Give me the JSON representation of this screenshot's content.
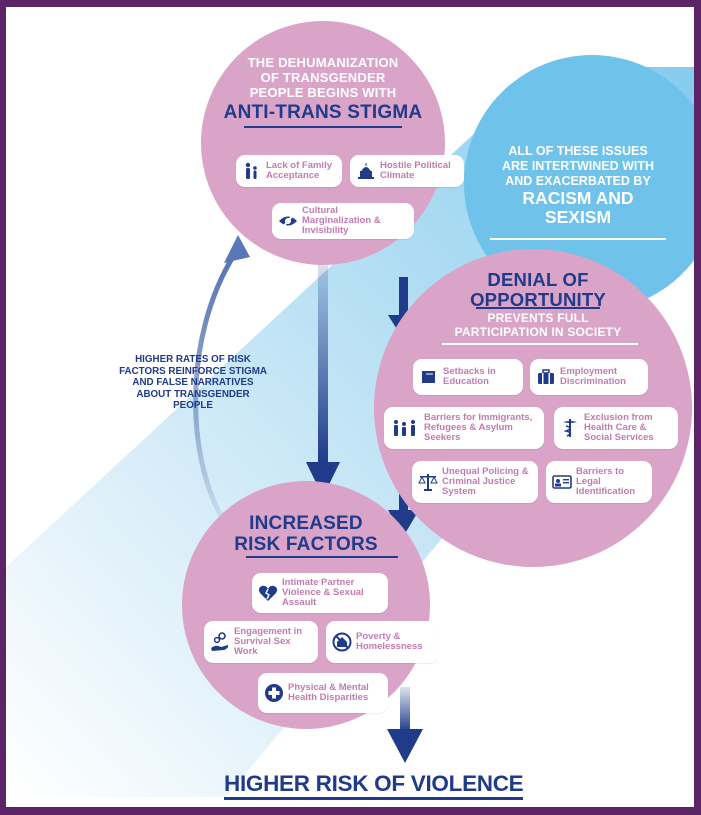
{
  "stigma": {
    "lead": [
      "THE DEHUMANIZATION",
      "OF TRANSGENDER",
      "PEOPLE BEGINS WITH"
    ],
    "title": "ANTI-TRANS STIGMA",
    "items": [
      {
        "icon": "family-icon",
        "label": "Lack of Family Acceptance"
      },
      {
        "icon": "capitol-icon",
        "label": "Hostile Political Climate"
      },
      {
        "icon": "hidden-eye-icon",
        "label": "Cultural Marginalization & Invisibility"
      }
    ]
  },
  "intertwined": {
    "lead": [
      "ALL OF THESE ISSUES",
      "ARE INTERTWINED WITH",
      "AND EXACERBATED BY"
    ],
    "title": [
      "RACISM AND",
      "SEXISM"
    ]
  },
  "denial": {
    "title": [
      "DENIAL OF",
      "OPPORTUNITY"
    ],
    "subtitle": [
      "PREVENTS FULL",
      "PARTICIPATION IN SOCIETY"
    ],
    "items": [
      {
        "icon": "book-icon",
        "label": "Setbacks in Education"
      },
      {
        "icon": "briefcase-icon",
        "label": "Employment Discrimination"
      },
      {
        "icon": "people-icon",
        "label": "Barriers for Immigrants, Refugees & Asylum Seekers"
      },
      {
        "icon": "caduceus-icon",
        "label": "Exclusion from Health Care & Social Services"
      },
      {
        "icon": "scales-icon",
        "label": "Unequal Policing & Criminal Justice System"
      },
      {
        "icon": "id-card-icon",
        "label": "Barriers to Legal Identification"
      }
    ]
  },
  "feedback": {
    "text": "HIGHER RATES OF RISK FACTORS REINFORCE STIGMA AND FALSE NARRATIVES ABOUT TRANSGENDER PEOPLE"
  },
  "risk": {
    "title": [
      "INCREASED",
      "RISK FACTORS"
    ],
    "items": [
      {
        "icon": "broken-heart-icon",
        "label": "Intimate Partner Violence & Sexual Assault"
      },
      {
        "icon": "coins-hand-icon",
        "label": "Engagement in Survival Sex Work"
      },
      {
        "icon": "no-home-icon",
        "label": "Poverty & Homelessness"
      },
      {
        "icon": "medical-cross-icon",
        "label": "Physical & Mental Health Disparities"
      }
    ]
  },
  "outcome": "HIGHER RISK OF VIOLENCE",
  "colors": {
    "pink": "#d9a4c8",
    "navy": "#1f3b8a",
    "sky": "#6fc2ea",
    "frame": "#5a2467"
  }
}
